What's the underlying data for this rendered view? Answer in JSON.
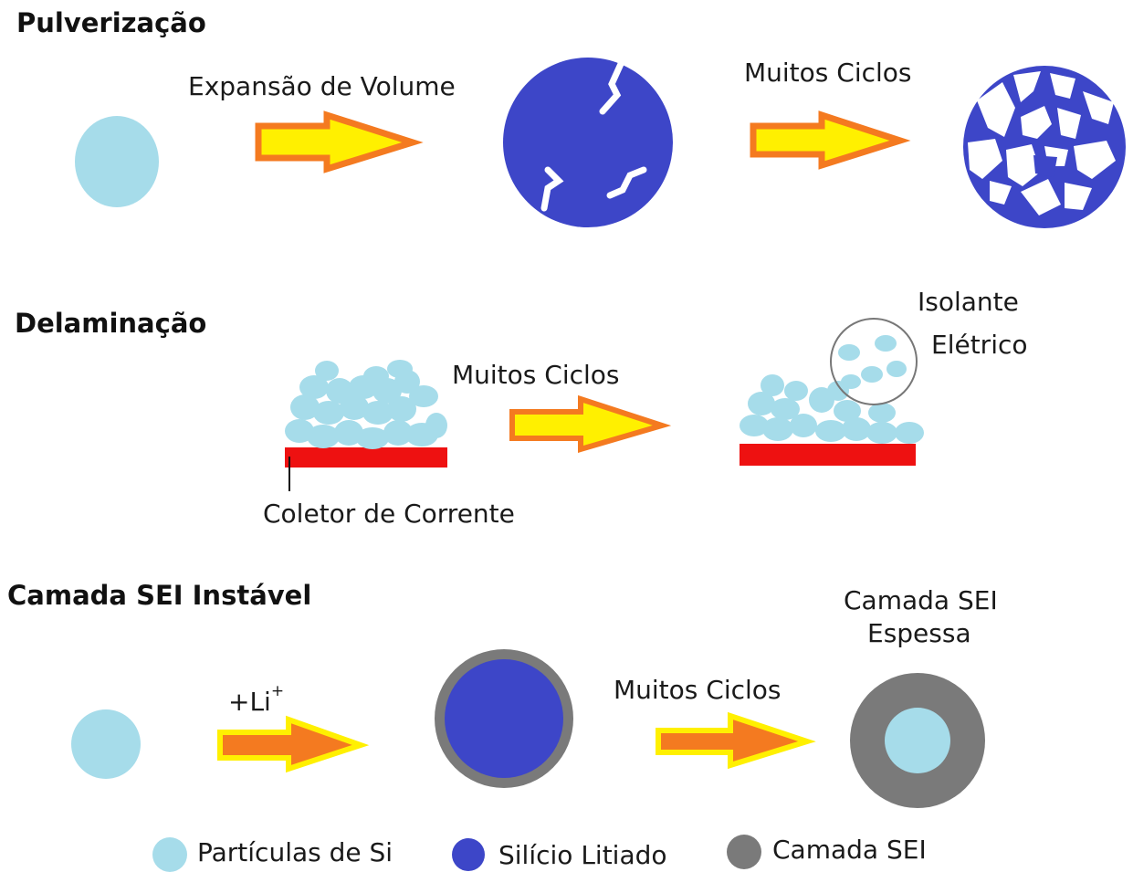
{
  "sections": [
    {
      "title": "Pulverização",
      "labels": {
        "step1": "Expansão de Volume",
        "step2": "Muitos Ciclos"
      }
    },
    {
      "title": "Delaminação",
      "labels": {
        "step": "Muitos Ciclos",
        "collector": "Coletor de Corrente",
        "insulator_line1": "Isolante",
        "insulator_line2": "Elétrico"
      }
    },
    {
      "title": "Camada SEI Instável",
      "labels": {
        "lithium": "+Li",
        "lithium_sup": "+",
        "step": "Muitos Ciclos",
        "thick_sei_line1": "Camada SEI",
        "thick_sei_line2": "Espessa"
      }
    }
  ],
  "legend": [
    {
      "label": "Partículas de Si",
      "color": "#a6dcea"
    },
    {
      "label": "Silício Litiado",
      "color": "#3d46c8"
    },
    {
      "label": "Camada SEI",
      "color": "#7a7a7a"
    }
  ],
  "colors": {
    "si_particle": "#a6dcea",
    "lithiated_si": "#3d46c8",
    "sei_layer": "#7a7a7a",
    "current_collector": "#ee1111",
    "arrow_fill": "#fff000",
    "arrow_stroke": "#f47a20"
  }
}
